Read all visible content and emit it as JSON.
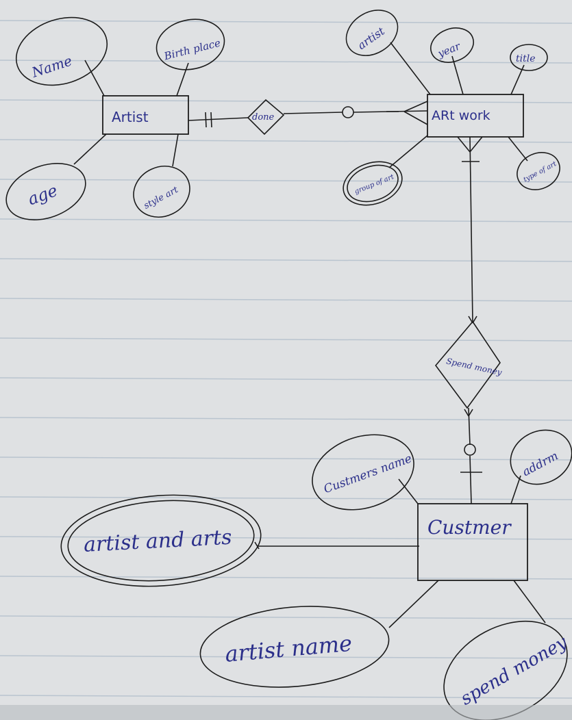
{
  "entities": {
    "artist": "Artist",
    "artwork": "ARt work",
    "customer": "Custmer"
  },
  "relationships": {
    "done": "done",
    "spend_money": "Spend money"
  },
  "attributes": {
    "artist_name": "Name",
    "artist_birthplace": "Birth place",
    "artist_age": "age",
    "artist_style": "style art",
    "artwork_artist": "artist",
    "artwork_year": "year",
    "artwork_title": "title",
    "artwork_group": "group of art",
    "artwork_type": "type of art",
    "customer_name": "Custmers name",
    "customer_address": "addrm",
    "customer_artist_and_arts": "artist and arts",
    "customer_artist_name": "artist name",
    "customer_spend_money": "spend money"
  },
  "colors": {
    "paper": "#dfe1e3",
    "rule": "#b9c4cf",
    "ink": "#1c1c1c",
    "pen": "#2b2f8a"
  }
}
